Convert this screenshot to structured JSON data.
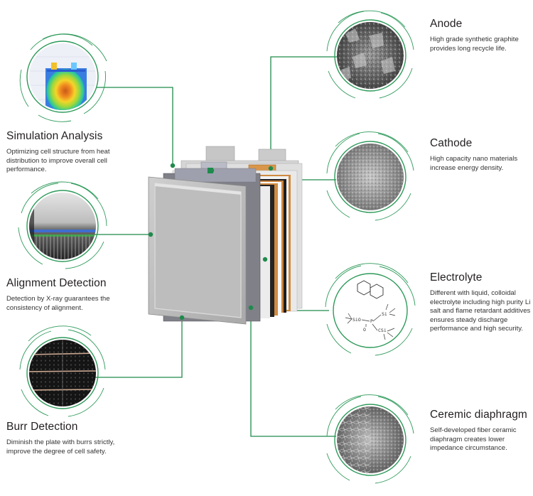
{
  "colors": {
    "accent": "#1f8a4c",
    "ring": "#2e9a5a",
    "text": "#231f20"
  },
  "callouts": {
    "simulation": {
      "title": "Simulation Analysis",
      "description": "Optimizing cell structure from heat distribution to improve overall cell performance."
    },
    "alignment": {
      "title": "Alignment Detection",
      "description": "Detection by X-ray guarantees the consistency of alignment."
    },
    "burr": {
      "title": "Burr Detection",
      "description": "Diminish the plate with burrs strictly, improve the degree of cell safety."
    },
    "anode": {
      "title": "Anode",
      "description": "High grade synthetic graphite provides long recycle life."
    },
    "cathode": {
      "title": "Cathode",
      "description": "High capacity nano materials increase energy density."
    },
    "electrolyte": {
      "title": "Electrolyte",
      "description": "Different with liquid, colloidal electrolyte including high purity Li salt and flame retardant additives ensures steady discharge performance and high security."
    },
    "ceramic": {
      "title": "Ceremic diaphragm",
      "description": "Self-developed fiber ceramic diaphragm creates lower impedance circumstance."
    }
  },
  "molecule": {
    "atoms": [
      "SiO",
      "P",
      "Si",
      "O",
      "CSi"
    ]
  }
}
